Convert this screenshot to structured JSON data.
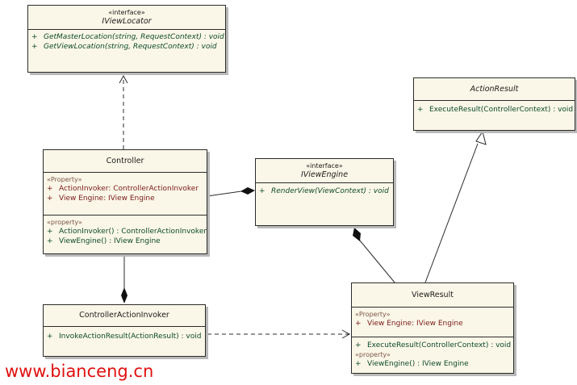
{
  "classes": {
    "iviewlocator": {
      "stereotype": "«interface»",
      "name": "IViewLocator",
      "operations": [
        {
          "vis": "+",
          "text": "GetMasterLocation(string, RequestContext) : void"
        },
        {
          "vis": "+",
          "text": "GetViewLocation(string, RequestContext) : void"
        }
      ]
    },
    "actionresult": {
      "name": "ActionResult",
      "operations": [
        {
          "vis": "+",
          "text": "ExecuteResult(ControllerContext) : void"
        }
      ]
    },
    "controller": {
      "name": "Controller",
      "attr_tag": "«Property»",
      "attributes": [
        {
          "vis": "+",
          "text": "ActionInvoker:  ControllerActionInvoker"
        },
        {
          "vis": "+",
          "text": "View Engine:   IView Engine"
        }
      ],
      "op_tag": "«property»",
      "operations": [
        {
          "vis": "+",
          "text": "ActionInvoker() : ControllerActionInvoker"
        },
        {
          "vis": "+",
          "text": "ViewEngine() : IView Engine"
        }
      ]
    },
    "iviewengine": {
      "stereotype": "«interface»",
      "name": "IViewEngine",
      "operations": [
        {
          "vis": "+",
          "text": "RenderView(ViewContext) : void"
        }
      ]
    },
    "controlleractioninvoker": {
      "name": "ControllerActionInvoker",
      "operations": [
        {
          "vis": "+",
          "text": "InvokeActionResult(ActionResult) : void"
        }
      ]
    },
    "viewresult": {
      "name": "ViewResult",
      "attr_tag": "«Property»",
      "attributes": [
        {
          "vis": "+",
          "text": "View Engine:   IView Engine"
        }
      ],
      "operations": [
        {
          "vis": "+",
          "text": "ExecuteResult(ControllerContext) : void"
        }
      ],
      "op_tag": "«property»",
      "operations2": [
        {
          "vis": "+",
          "text": "ViewEngine() : IView Engine"
        }
      ]
    }
  },
  "watermark": "www.bianceng.cn",
  "colors": {
    "box_fill": "#fbf7e8",
    "border": "#2b2b2b",
    "attribute_text": "#7a1a1a",
    "operation_text": "#0b4a2a",
    "watermark": "#e01010"
  }
}
